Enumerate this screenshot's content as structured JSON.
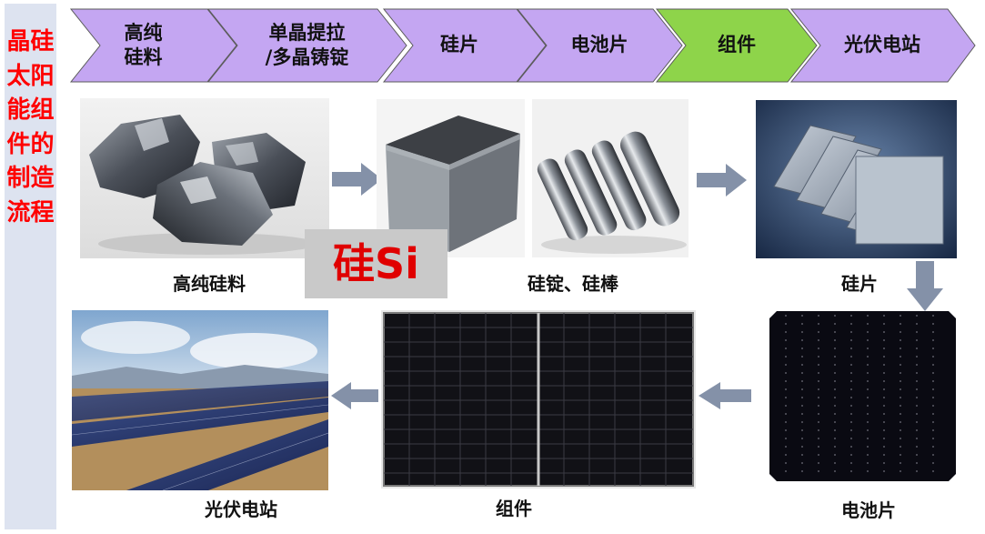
{
  "sidebar": {
    "title": "晶硅太阳能组件的制造流程"
  },
  "process_steps": [
    {
      "label": "高纯\n硅料",
      "color": "#c4a6f2"
    },
    {
      "label": "单晶提拉\n/多晶铸锭",
      "color": "#c4a6f2"
    },
    {
      "label": "硅片",
      "color": "#c4a6f2"
    },
    {
      "label": "电池片",
      "color": "#c4a6f2"
    },
    {
      "label": "组件",
      "color": "#8ed44a"
    },
    {
      "label": "光伏电站",
      "color": "#c4a6f2"
    }
  ],
  "stages": {
    "polysilicon": {
      "caption": "高纯硅料"
    },
    "ingot": {
      "caption": "硅锭、硅棒"
    },
    "wafer": {
      "caption": "硅片"
    },
    "cell": {
      "caption": "电池片"
    },
    "module": {
      "caption": "组件"
    },
    "plant": {
      "caption": "光伏电站"
    }
  },
  "silicon_label": "硅Si",
  "colors": {
    "title_red": "#ff0000",
    "sidebar_bg": "#dde3f0",
    "arrow_gray": "#8491a8",
    "step_purple": "#c4a6f2",
    "step_green": "#8ed44a"
  }
}
